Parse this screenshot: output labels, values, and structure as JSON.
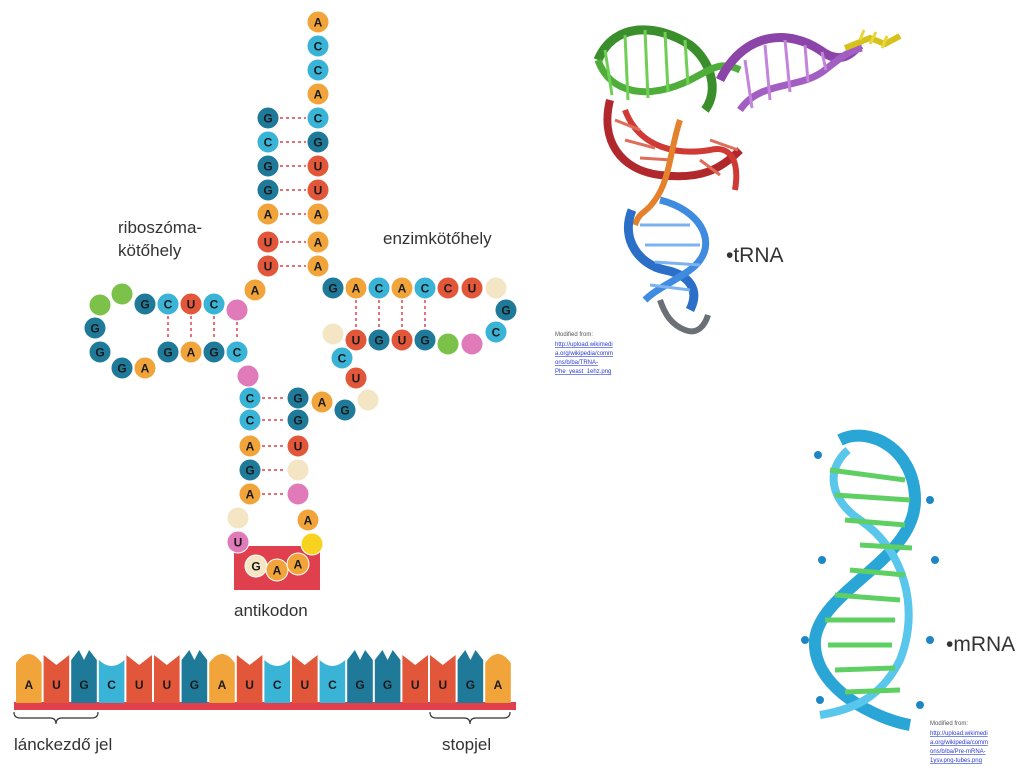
{
  "labels": {
    "ribosome_site_line1": "riboszóma-",
    "ribosome_site_line2": "kötőhely",
    "enzyme_site": "enzimkötőhely",
    "anticodon": "antikodon",
    "start_signal": "lánckezdő jel",
    "stop_signal": "stopjel",
    "trna": "•tRNA",
    "mrna": "•mRNA"
  },
  "credits": {
    "trna": {
      "prefix": "Modified from:",
      "link_lines": [
        "http://upload.wikimedi",
        "a.org/wikipedia/comm",
        "ons/b/ba/TRNA-",
        "Phe_yeast_1ehz.png"
      ]
    },
    "mrna": {
      "prefix": "Modified from:",
      "link_lines": [
        "http://upload.wikimedi",
        "a.org/wikipedia/comm",
        "ons/b/ba/Pre-mRNA-",
        "1ysv.png-tubes.png"
      ]
    }
  },
  "mrna_strand": [
    "A",
    "U",
    "G",
    "C",
    "U",
    "U",
    "G",
    "A",
    "U",
    "C",
    "U",
    "C",
    "G",
    "G",
    "U",
    "U",
    "G",
    "A"
  ],
  "colors": {
    "A": "#f0a43a",
    "U": "#e2573a",
    "G": "#1f7a9a",
    "C": "#39b3d6",
    "pink": "#e07ab8",
    "green": "#7cc24a",
    "cream": "#f4e6c4",
    "yellow": "#f7d21f",
    "anticodon_box": "#e0404e",
    "pair_line": "#e0404e",
    "mrna_backbone": "#e0404e"
  },
  "trna": {
    "acceptor_3prime": [
      "A",
      "C",
      "C",
      "A",
      "C",
      "G",
      "U",
      "U",
      "A",
      "A"
    ],
    "acceptor_5prime": [
      "G",
      "C",
      "G",
      "G",
      "A",
      "U",
      "U"
    ],
    "d_arm_top": [
      "G",
      "C",
      "U",
      "C"
    ],
    "d_arm_bottom": [
      "G",
      "A",
      "G",
      "C"
    ],
    "d_loop": [
      "G",
      "G",
      "A"
    ],
    "t_arm_top": [
      "G",
      "A",
      "C",
      "A",
      "C",
      "C",
      "U"
    ],
    "t_arm_bottom": [
      "U",
      "G",
      "U",
      "G"
    ],
    "anticodon_stem_left": [
      "C",
      "C",
      "A",
      "G",
      "A"
    ],
    "anticodon_stem_right": [
      "G",
      "G",
      "U"
    ],
    "variable": [
      "C",
      "U",
      "G",
      "A",
      "G"
    ],
    "anticodon": [
      "U",
      "G",
      "A",
      "A"
    ]
  }
}
